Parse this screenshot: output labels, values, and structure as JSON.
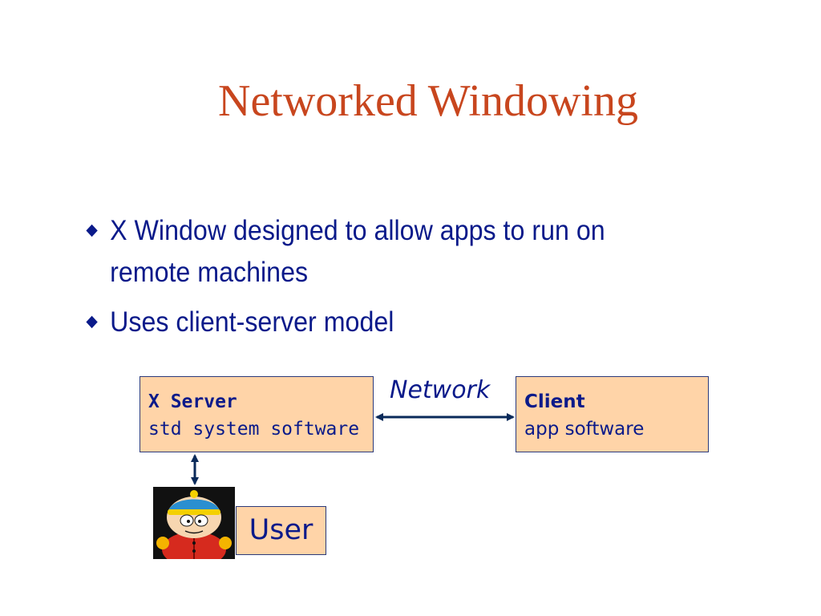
{
  "slide": {
    "title": "Networked Windowing",
    "bullets": [
      "X Window designed to allow apps to run on remote machines",
      "Uses client-server model"
    ]
  },
  "diagram": {
    "server": {
      "title": "X Server",
      "subtitle": "std system software"
    },
    "client": {
      "title": "Client",
      "subtitle": "app software"
    },
    "network_label": "Network",
    "user_label": "User",
    "avatar_icon": "cartman-avatar-icon"
  },
  "colors": {
    "title": "#c8461e",
    "text": "#0a1a8a",
    "box_fill": "#ffd4a8",
    "box_border": "#2b3a7a",
    "arrow": "#0a2a5a"
  }
}
